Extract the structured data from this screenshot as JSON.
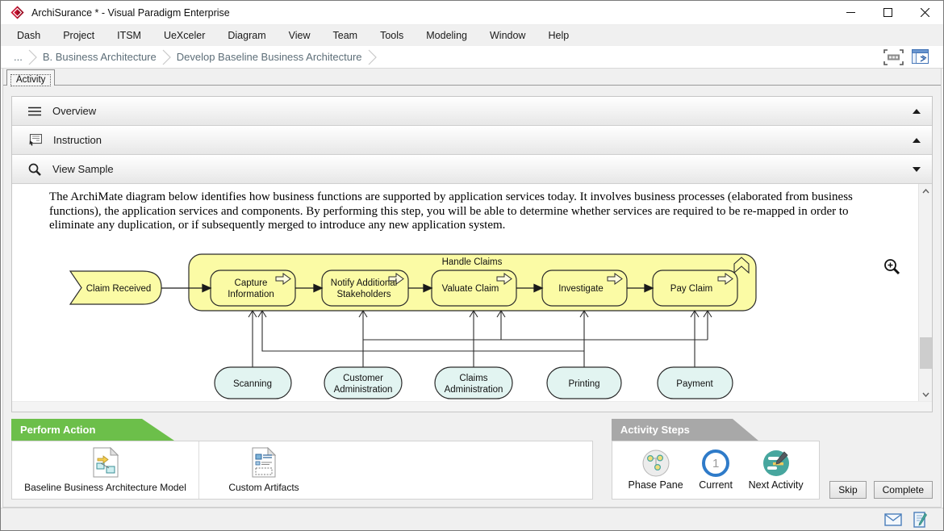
{
  "window": {
    "title": "ArchiSurance * - Visual Paradigm Enterprise"
  },
  "menu": {
    "items": [
      "Dash",
      "Project",
      "ITSM",
      "UeXceler",
      "Diagram",
      "View",
      "Team",
      "Tools",
      "Modeling",
      "Window",
      "Help"
    ]
  },
  "breadcrumb": {
    "items": [
      "...",
      "B. Business Architecture",
      "Develop Baseline Business Architecture"
    ]
  },
  "tabs": {
    "activity": "Activity"
  },
  "accordion": {
    "overview": "Overview",
    "instruction": "Instruction",
    "view_sample": "View Sample"
  },
  "sample": {
    "paragraph": "The ArchiMate diagram below identifies how business functions are supported by application services today. It involves business processes (elaborated from business functions), the application services and components. By performing this step, you will be able to determine whether services are required to be re-mapped in order to eliminate any duplication, or if subsequently merged to introduce any new application system."
  },
  "diagram": {
    "container_label": "Handle Claims",
    "event": {
      "label": "Claim Received"
    },
    "processes": [
      {
        "lines": [
          "Capture",
          "Information"
        ]
      },
      {
        "lines": [
          "Notify Additional",
          "Stakeholders"
        ]
      },
      {
        "lines": [
          "Valuate Claim"
        ]
      },
      {
        "lines": [
          "Investigate"
        ]
      },
      {
        "lines": [
          "Pay Claim"
        ]
      }
    ],
    "services": [
      {
        "lines": [
          "Scanning"
        ]
      },
      {
        "lines": [
          "Customer",
          "Administration"
        ]
      },
      {
        "lines": [
          "Claims",
          "Administration"
        ]
      },
      {
        "lines": [
          "Printing"
        ]
      },
      {
        "lines": [
          "Payment"
        ]
      }
    ]
  },
  "perform_action": {
    "title": "Perform Action",
    "actions": [
      {
        "label": "Baseline Business Architecture Model"
      },
      {
        "label": "Custom Artifacts"
      }
    ]
  },
  "activity_steps": {
    "title": "Activity Steps",
    "steps": [
      {
        "label": "Phase Pane"
      },
      {
        "label": "Current",
        "badge": "1"
      },
      {
        "label": "Next Activity"
      }
    ]
  },
  "buttons": {
    "skip": "Skip",
    "complete": "Complete"
  },
  "colors": {
    "archimate_yellow": "#fbfba5",
    "archimate_service_blue": "#e2f4f1",
    "green_header": "#6cbf4a",
    "gray_header": "#a8a8a8",
    "current_ring_blue": "#2f7bc9",
    "next_activity_teal": "#47a69e",
    "logo_red": "#c8102e"
  }
}
